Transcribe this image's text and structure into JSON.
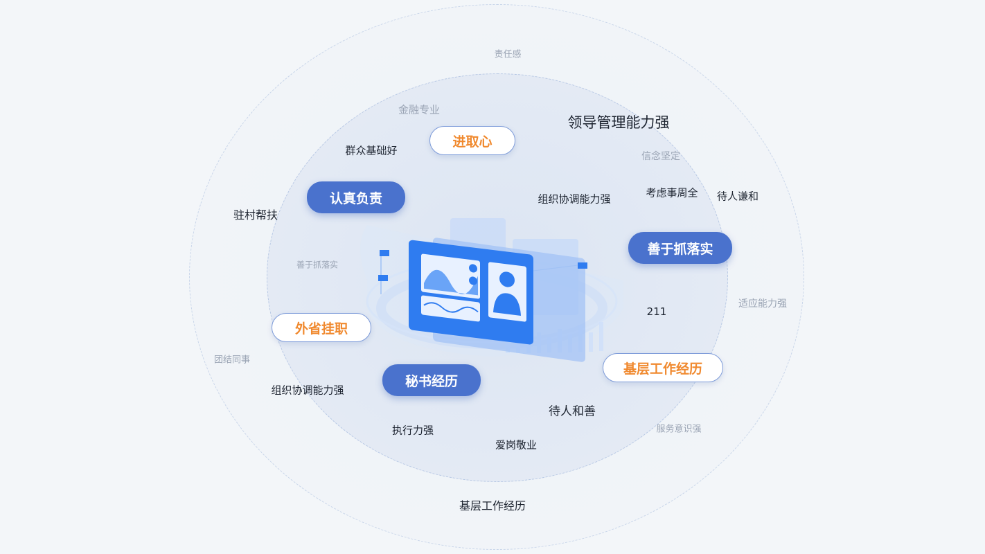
{
  "outer_words": {
    "zeren": "责任感",
    "shiying": "适应能力强",
    "tuanjie": "团结同事",
    "fuwu": "服务意识强",
    "jiceng_bottom": "基层工作经历"
  },
  "inner_words": {
    "jinrong": "金融专业",
    "lingdao": "领导管理能力强",
    "qunzhong": "群众基础好",
    "xinnian": "信念坚定",
    "zuzhi_top": "组织协调能力强",
    "kaolv": "考虑事周全",
    "dairen_qian": "待人谦和",
    "zhucun": "驻村帮扶",
    "shanyu_small": "善于抓落实",
    "num211": "211",
    "zuzhi_bottom": "组织协调能力强",
    "dairen_he": "待人和善",
    "zhixing": "执行力强",
    "aigang": "爱岗敬业"
  },
  "pills": {
    "jinqu": "进取心",
    "renzhen": "认真负责",
    "shanyu": "善于抓落实",
    "waisheng": "外省挂职",
    "mishu": "秘书经历",
    "jiceng": "基层工作经历"
  },
  "colors": {
    "pill_blue": "#4a72cd",
    "pill_orange_text": "#f0892e",
    "illustration_blue": "#2f7cf0"
  },
  "illustration": {
    "icon": "dashboard-profile-illustration"
  }
}
